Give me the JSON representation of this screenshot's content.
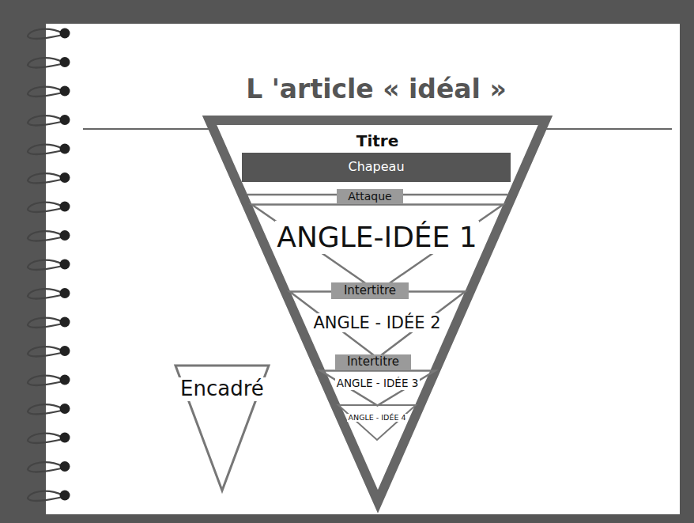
{
  "diagram": {
    "title": "L 'article « idéal »",
    "nodes": [
      {
        "text": [
          "Titre"
        ]
      },
      {
        "text": [
          "Chapeau"
        ],
        "in": 0
      },
      {
        "text": [
          "Attaque"
        ],
        "in": 0
      },
      {
        "text": [
          "ANGLE-IDÉE 1"
        ],
        "in": 0
      },
      {
        "text": [
          "Intertitre"
        ],
        "in": 0
      },
      {
        "text": [
          "ANGLE - IDÉE 2"
        ],
        "in": 0
      },
      {
        "text": [
          "Intertitre"
        ],
        "in": 0
      },
      {
        "text": [
          "ANGLE - IDÉE 3"
        ],
        "in": 0
      },
      {
        "text": [
          "ANGLE - IDÉE 4"
        ],
        "in": 0
      },
      {
        "text": [
          "Encadré"
        ]
      }
    ]
  }
}
